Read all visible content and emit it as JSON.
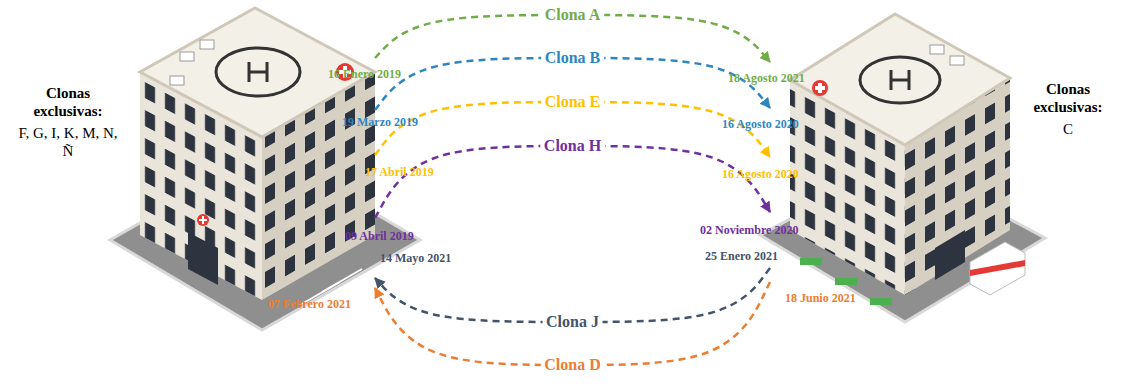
{
  "diagram": {
    "nodes": [
      {
        "text": [
          "Clonas exclusivas:",
          "F, G, I, K, M, N, Ñ"
        ]
      },
      {
        "text": [
          "Clonas exclusivas:",
          "C"
        ]
      }
    ],
    "edges": [
      {
        "from": 0,
        "to": 1,
        "arrow": "to",
        "label": "Clona A"
      },
      {
        "from": 0,
        "to": 1,
        "arrow": "to",
        "label": "Clona B"
      },
      {
        "from": 0,
        "to": 1,
        "arrow": "to",
        "label": "Clona E"
      },
      {
        "from": 0,
        "to": 1,
        "arrow": "to",
        "label": "Clona H"
      },
      {
        "from": 1,
        "to": 0,
        "arrow": "to",
        "label": "Clona J"
      },
      {
        "from": 1,
        "to": 0,
        "arrow": "to",
        "label": "Clona D"
      }
    ],
    "labels": [
      "16 Enero 2019",
      "18 Agosto 2021",
      "19 Marzo 2019",
      "16 Agosto 2020",
      "17 Abril 2019",
      "16 Agosto 2020",
      "09 Abril 2019",
      "02 Noviembre 2020",
      "14 Mayo 2021",
      "25 Enero 2021",
      "07 Febrero 2021",
      "18 Junio 2021"
    ]
  }
}
